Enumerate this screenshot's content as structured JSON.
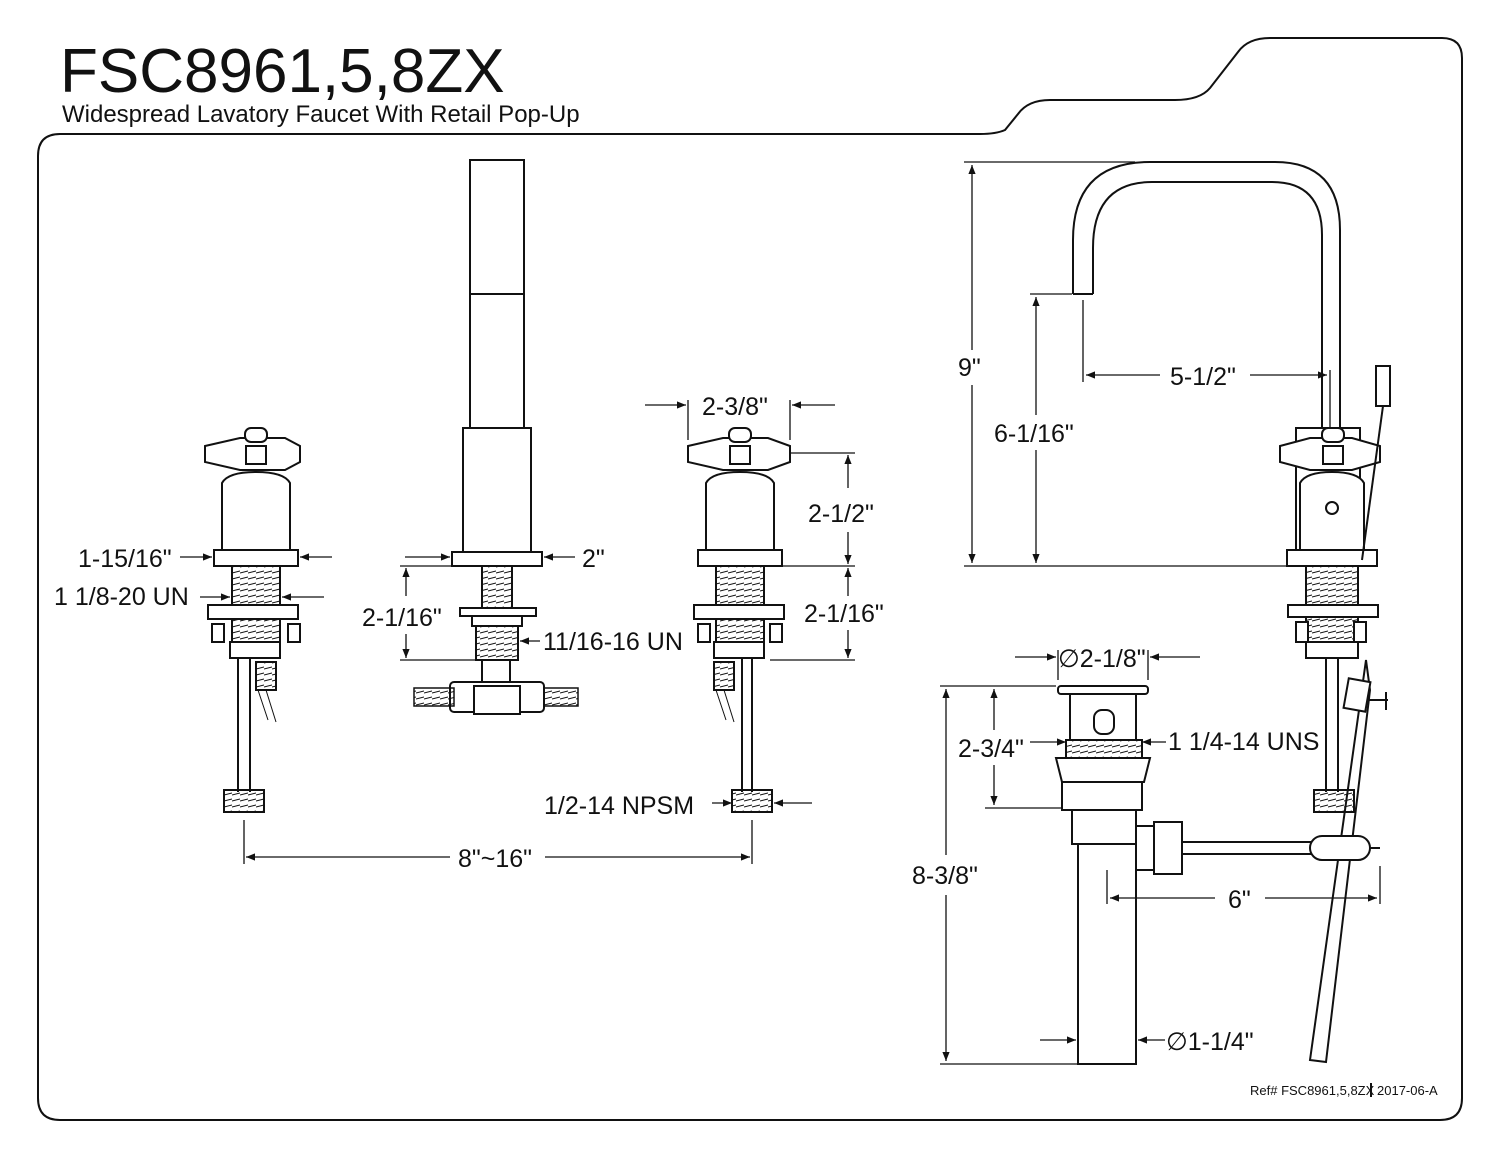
{
  "title": "FSC8961,5,8ZX",
  "subtitle": "Widespread Lavatory Faucet With Retail Pop-Up",
  "reference": "Ref# FSC8961,5,8ZX",
  "revision": "2017-06-A",
  "dimensions": {
    "handle_flange": "1-15/16\"",
    "handle_thread": "1 1/8-20 UN",
    "spout_base": "2\"",
    "spout_shank": "2-1/16\"",
    "spout_thread": "11/16-16 UN",
    "handle_width": "2-3/8\"",
    "handle_height": "2-1/2\"",
    "handle_shank": "2-1/16\"",
    "supply_thread": "1/2-14 NPSM",
    "spread": "8\"~16\"",
    "total_height": "9\"",
    "spout_height": "6-1/16\"",
    "spout_reach": "5-1/2\"",
    "drain_flange": "∅2-1/8\"",
    "drain_flange_height": "2-3/4\"",
    "drain_thread": "1 1/4-14 UNS",
    "drain_length": "8-3/8\"",
    "pivot_rod": "6\"",
    "tailpiece": "∅1-1/4\""
  }
}
